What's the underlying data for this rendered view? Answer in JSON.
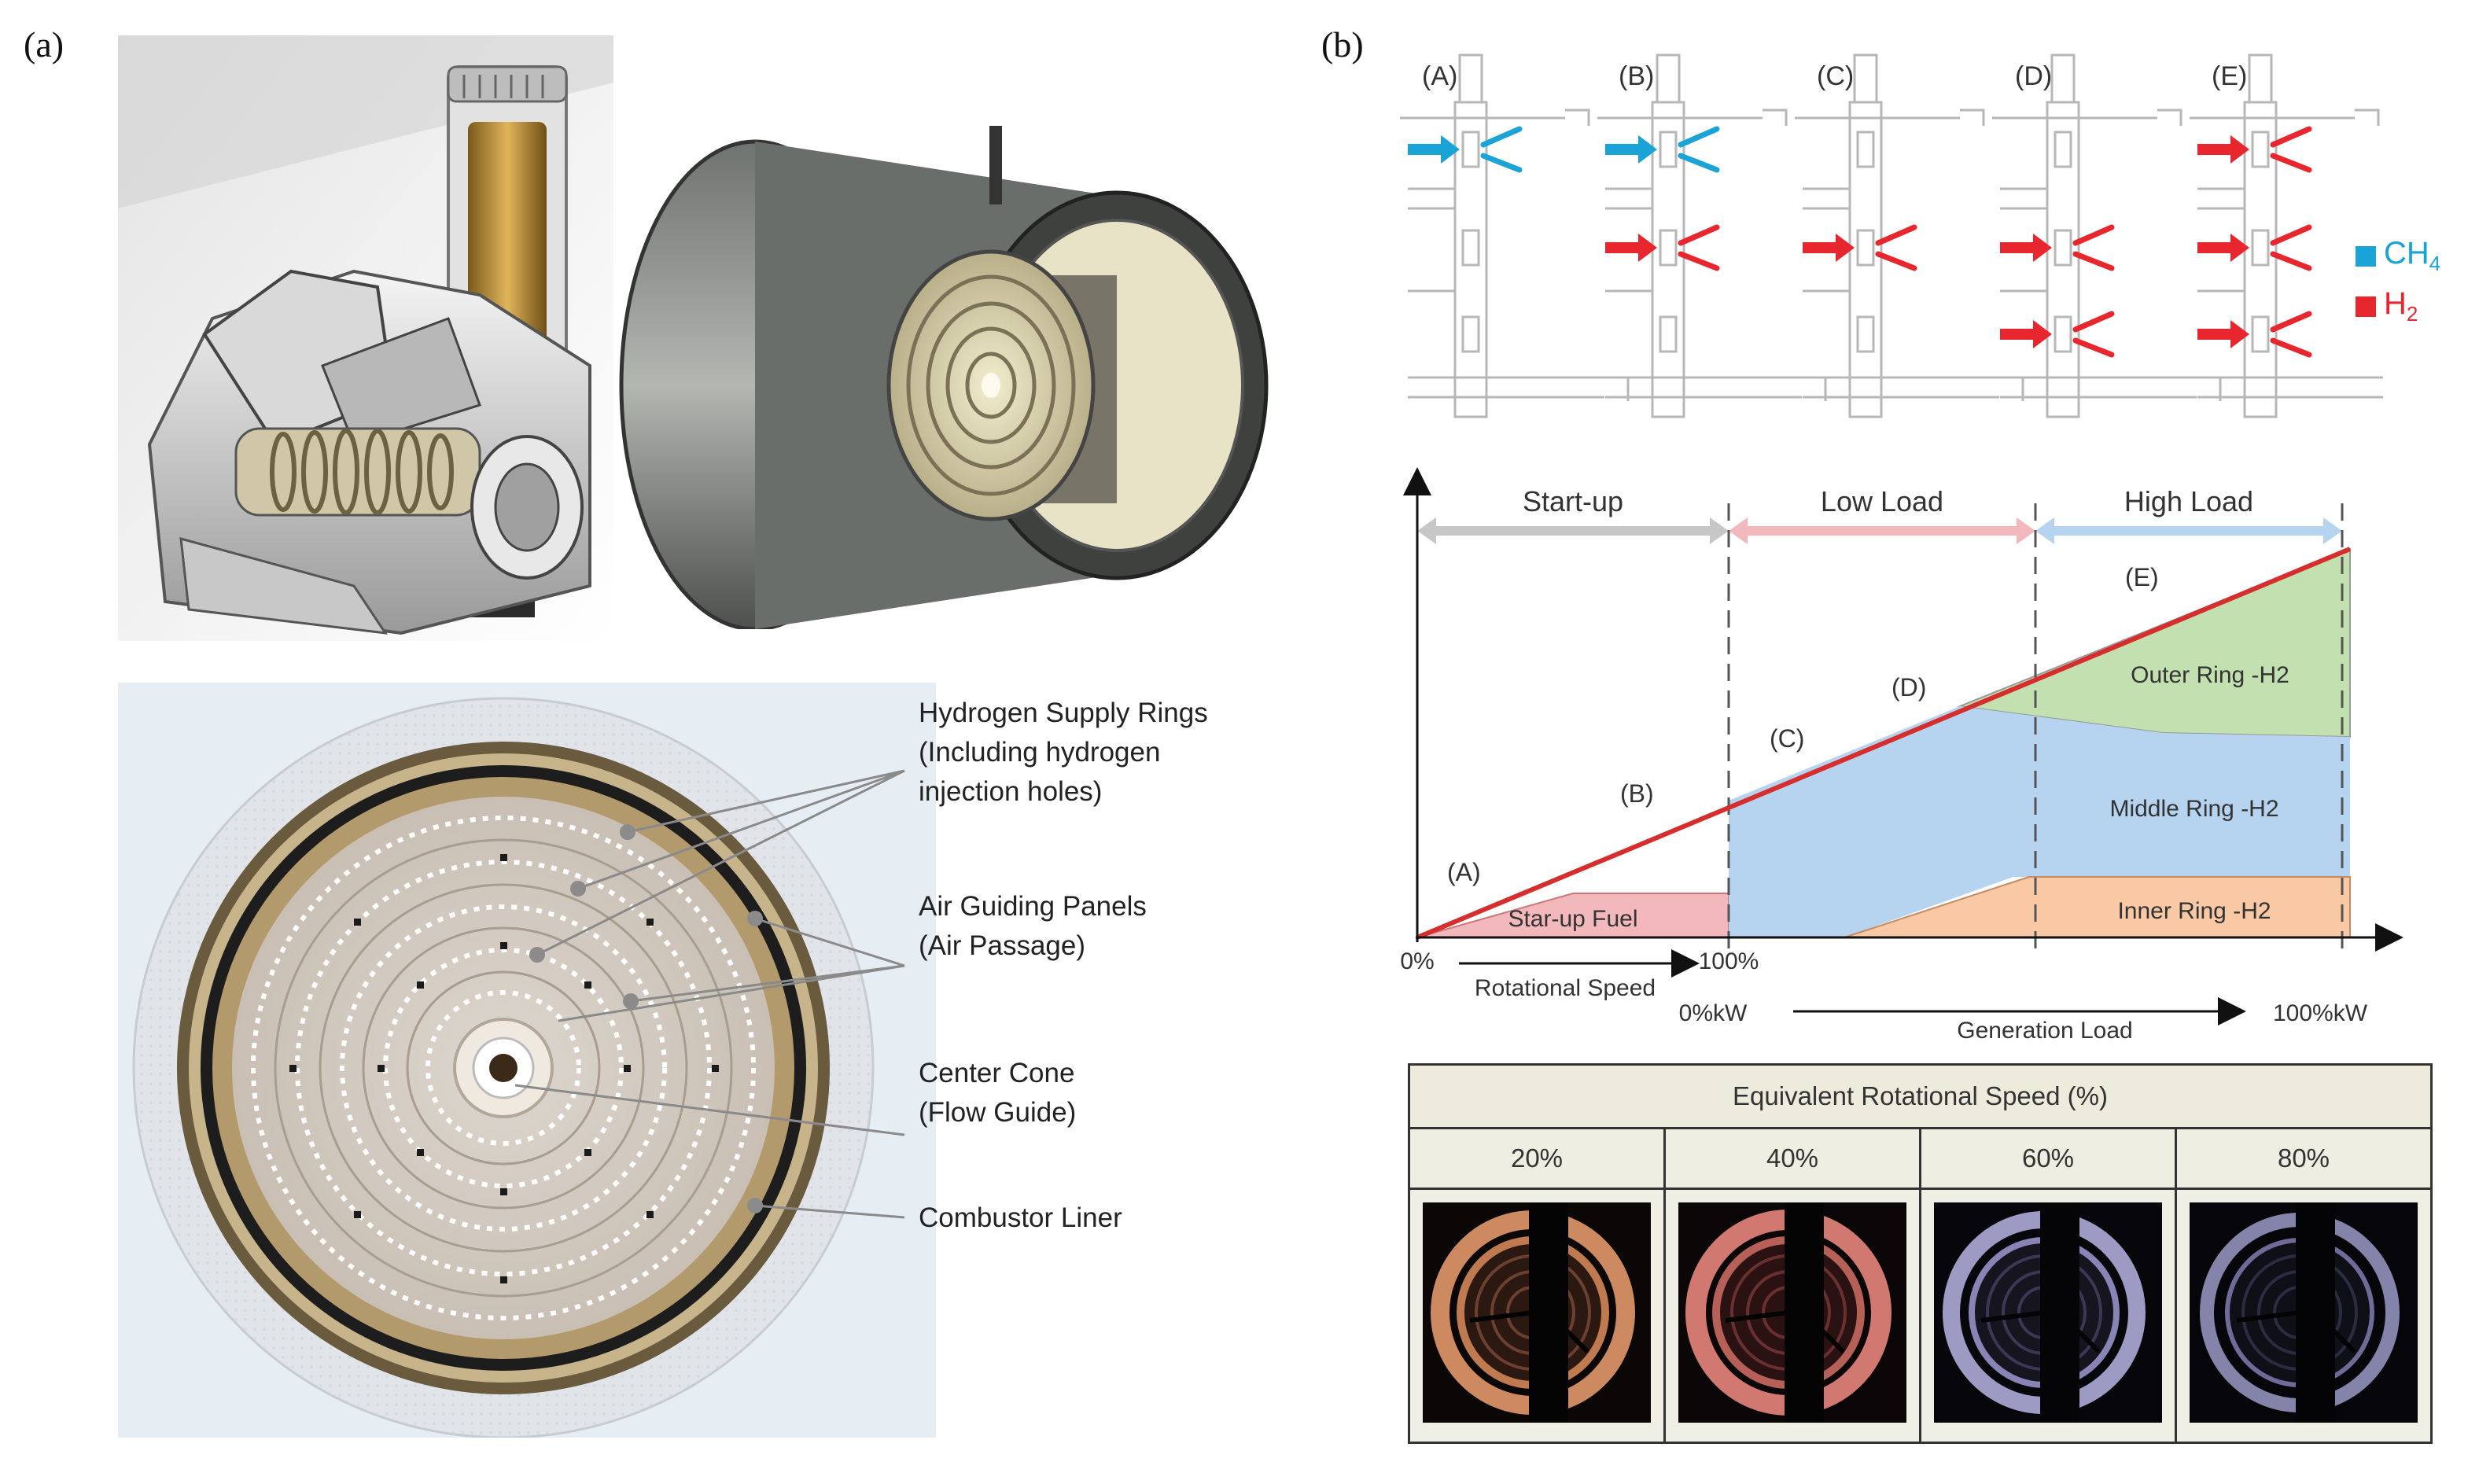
{
  "panel_a": {
    "label": "(a)",
    "callouts": [
      {
        "line1": "Hydrogen Supply Rings",
        "line2": "(Including hydrogen",
        "line3": "injection holes)"
      },
      {
        "line1": "Air Guiding Panels",
        "line2": "(Air Passage)"
      },
      {
        "line1": "Center Cone",
        "line2": "(Flow Guide)"
      },
      {
        "line1": "Combustor Liner"
      }
    ]
  },
  "panel_b": {
    "label": "(b)",
    "stages": [
      "(A)",
      "(B)",
      "(C)",
      "(D)",
      "(E)"
    ],
    "legend": {
      "ch4": "CH",
      "ch4_sub": "4",
      "h2": "H",
      "h2_sub": "2",
      "ch4_color": "#1aa3d6",
      "h2_color": "#e8262e"
    },
    "chart": {
      "phases": [
        "Start-up",
        "Low Load",
        "High Load"
      ],
      "point_labels": [
        "(A)",
        "(B)",
        "(C)",
        "(D)",
        "(E)"
      ],
      "regions": [
        "Star-up Fuel",
        "Inner Ring -H2",
        "Middle Ring -H2",
        "Outer Ring -H2"
      ],
      "x_start": "0%",
      "x_mid": "100%",
      "x_speed_label": "Rotational Speed",
      "load_start": "0%kW",
      "load_label": "Generation Load",
      "load_end": "100%kW",
      "colors": {
        "startup": "#f2b8bb",
        "inner": "#f9c9a6",
        "middle": "#b6d4ef",
        "outer": "#c3e0b0",
        "line": "#d62d2d"
      }
    },
    "flame_table": {
      "header": "Equivalent Rotational Speed (%)",
      "speeds": [
        "20%",
        "40%",
        "60%",
        "80%"
      ]
    }
  }
}
